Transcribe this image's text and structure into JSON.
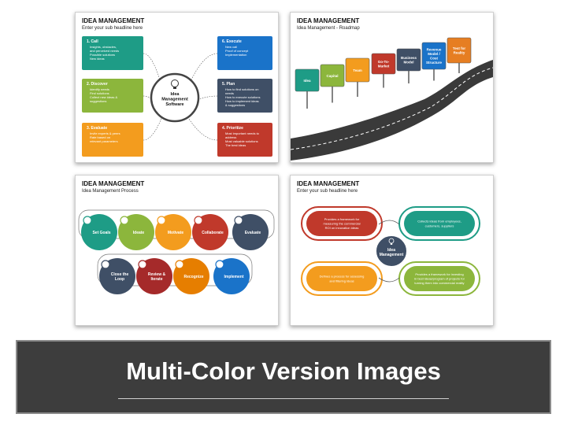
{
  "slide1": {
    "title": "IDEA MANAGEMENT",
    "subtitle": "Enter your sub headline here",
    "center": [
      "Idea",
      "Management",
      "Software"
    ],
    "boxes": [
      {
        "name": "call",
        "heading": "1. Call",
        "color": "#1e9c86",
        "bullets": [
          "Insights, obstacles,",
          "and perceived needs",
          "Possible solutions",
          "New ideas"
        ]
      },
      {
        "name": "discover",
        "heading": "2. Discover",
        "color": "#8cb63c",
        "bullets": [
          "Identify needs",
          "Find solutions",
          "Collect new ideas &",
          "suggestions"
        ]
      },
      {
        "name": "evaluate",
        "heading": "3. Evaluate",
        "color": "#f39c1e",
        "bullets": [
          "Invite experts & peers",
          "Rate based on",
          "relevant parameters"
        ]
      },
      {
        "name": "execute",
        "heading": "6. Execute",
        "color": "#1a73c9",
        "bullets": [
          "New call",
          "Proof of concept",
          "Implementation"
        ]
      },
      {
        "name": "plan",
        "heading": "5. Plan",
        "color": "#3f4f66",
        "bullets": [
          "How to find solutions on",
          "needs",
          "How to execute solutions",
          "How to implement ideas",
          "& suggestions"
        ]
      },
      {
        "name": "prioritize",
        "heading": "4. Prioritize",
        "color": "#c0392b",
        "bullets": [
          "Most important needs to",
          "address",
          "Most valuable solutions",
          "The best ideas"
        ]
      }
    ]
  },
  "slide2": {
    "title": "IDEA MANAGEMENT",
    "subtitle": "Idea Management - Roadmap",
    "signs": [
      {
        "label": [
          "Idea"
        ],
        "color": "#1e9c86"
      },
      {
        "label": [
          "Capital"
        ],
        "color": "#8cb63c"
      },
      {
        "label": [
          "Team"
        ],
        "color": "#f39c1e"
      },
      {
        "label": [
          "Go-To-",
          "Market"
        ],
        "color": "#c0392b"
      },
      {
        "label": [
          "Business",
          "Model"
        ],
        "color": "#3f4f66"
      },
      {
        "label": [
          "Revenue",
          "Model /",
          "Cost",
          "Structure"
        ],
        "color": "#1a73c9"
      },
      {
        "label": [
          "Test for",
          "Reality"
        ],
        "color": "#e67e22"
      }
    ]
  },
  "slide3": {
    "title": "IDEA MANAGEMENT",
    "subtitle": "Idea Management Process",
    "steps": [
      {
        "label": [
          "Set Goals"
        ],
        "color": "#1e9c86"
      },
      {
        "label": [
          "Ideate"
        ],
        "color": "#8cb63c"
      },
      {
        "label": [
          "Motivate"
        ],
        "color": "#f39c1e"
      },
      {
        "label": [
          "Collaborate"
        ],
        "color": "#c0392b"
      },
      {
        "label": [
          "Evaluate"
        ],
        "color": "#3f4f66"
      },
      {
        "label": [
          "Close the",
          "Loop"
        ],
        "color": "#3f4f66"
      },
      {
        "label": [
          "Review &",
          "Iterate"
        ],
        "color": "#a52a2a"
      },
      {
        "label": [
          "Recognize"
        ],
        "color": "#e67e00"
      },
      {
        "label": [
          "Implement"
        ],
        "color": "#1a73c9"
      }
    ]
  },
  "slide4": {
    "title": "IDEA MANAGEMENT",
    "subtitle": "Enter your sub headline here",
    "center": [
      "Idea",
      "Management"
    ],
    "cards": [
      {
        "text": [
          "Provides a framework for",
          "measuring the commercial",
          "ROI on innovation ideas"
        ],
        "color": "#c0392b"
      },
      {
        "text": [
          "Collects ideas from employees,",
          "customers, suppliers"
        ],
        "color": "#1e9c86"
      },
      {
        "text": [
          "Defines a process for assessing",
          "and filtering ideas"
        ],
        "color": "#f39c1e"
      },
      {
        "text": [
          "Provides a framework for investing",
          "in best ideas/program of projects for",
          "turning them into commercial reality"
        ],
        "color": "#8cb63c"
      }
    ]
  },
  "banner": {
    "text": "Multi-Color Version Images"
  }
}
